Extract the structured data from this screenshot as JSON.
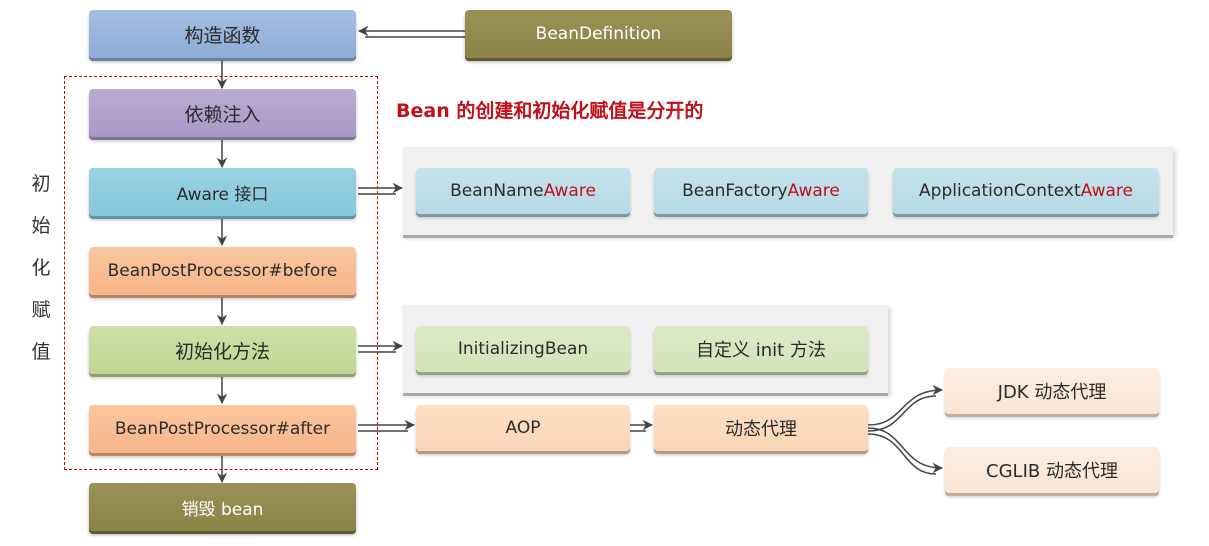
{
  "main_flow": {
    "constructor": "构造函数",
    "dependency_injection": "依赖注入",
    "aware_interface": "Aware 接口",
    "bpp_before": "BeanPostProcessor#before",
    "init_method": "初始化方法",
    "bpp_after": "BeanPostProcessor#after",
    "destroy": "销毁 bean"
  },
  "bean_definition": "BeanDefinition",
  "note": "Bean 的创建和初始化赋值是分开的",
  "init_label": "初始化赋值",
  "aware_items": [
    {
      "prefix": "BeanName",
      "suffix": "Aware"
    },
    {
      "prefix": "BeanFactory",
      "suffix": "Aware"
    },
    {
      "prefix": "ApplicationContext",
      "suffix": "Aware"
    }
  ],
  "init_items": [
    "InitializingBean",
    "自定义 init 方法"
  ],
  "after_chain": {
    "aop": "AOP",
    "dynamic_proxy": "动态代理",
    "jdk_proxy": "JDK 动态代理",
    "cglib_proxy": "CGLIB 动态代理"
  },
  "colors": {
    "accent_red": "#c0101a",
    "dashed_border": "#cc0000"
  }
}
